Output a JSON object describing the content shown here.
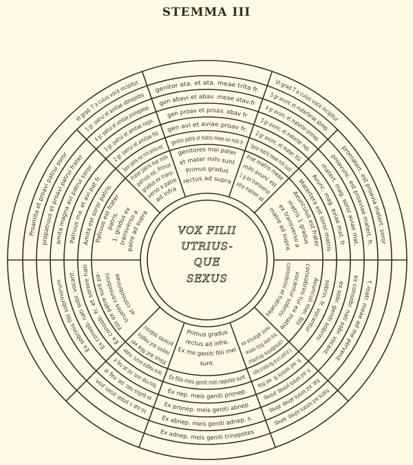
{
  "title": "STEMMA III",
  "center": [
    "VOX FILII",
    "UTRIUS-",
    "QUE",
    "SEXUS"
  ],
  "sectors": {
    "top": {
      "inner": [
        "genitores mei pater",
        "et mater mihi sunt",
        "Primus gradus",
        "rectus ad supra"
      ],
      "b1": "genitor patris et matris meae avi mihi fr",
      "b2": "gen avi et aviae proav fr.",
      "b3": "gen proav et proav. abav fr",
      "b4": "gen abavi et abav. meae atav.fr",
      "b5": "genitor ata. et ata. meae trita fr."
    },
    "upper_right": {
      "inner": [
        "Frat matris meae",
        "mihi avunc est",
        "1 g ex transverso",
        "infra matrem ad"
      ],
      "b1": "Soror matris meae mihi sunt",
      "b2": "2 gr avunc. et mater. filii",
      "b3": "3 gr avunc. et materter nep.",
      "b4": "4 gr avunc. et materter pronep.",
      "b5": "5 gr avunc et materterae abnep.",
      "b6": "VI grad T a cuius voce incipitur"
    },
    "right_upper": {
      "inner": [
        "Avunculus est frater",
        "matris 1 gradus",
        "ex transverso a",
        "matre ad supra."
      ],
      "b1": "Matertera est soror matris",
      "b2": "Avunc. mag. aviae mat. fr",
      "b3": "matert. mag. soror aviae mat.",
      "b4": "proavunc. est proaviae matert. fr.",
      "b5": "promatert. est proavia matert. soror"
    },
    "right_lower": {
      "inner": [
        "Avunculi mei, filii",
        "consobrini tui ex matre",
        "vocantur sobrini",
        "consobrini et fratrueles"
      ],
      "b1": "sobrin. fr. vocantur",
      "b2": "ex sobr. geniti sobrini",
      "b3": "ex consobr. nati sobr. vocant.",
      "b4": "f. matr. meae ad me pervenit"
    },
    "lower_right": {
      "inner": [
        "consobrinis dicuntur",
        "his sine filiis rema-",
        "nent alterius ex"
      ],
      "b1": "fr. et soror cum ex filia nepos et neptis",
      "b2": "fr. aut sororis fil. vel filia",
      "b3": "fr. aut sororis pronep. pronep.",
      "b4": "frat. aut sororis abnep. abnep.",
      "b5": "fratris aut sororis adnep. adnep."
    },
    "bottom": {
      "inner": [
        "Primus gradus",
        "rectus ad infra.",
        "Ex me geniti filii mei",
        "sunt."
      ],
      "b1": "Ex filiis meis geniti mihi nepotes sunt",
      "b2": "Ex nep. meis geniti pronep.",
      "b3": "Ex pronep. meis geniti abnep.",
      "b4": "Ex abnep. meis geniti adnep. s.",
      "b5": "Ex adnep. meis geniti trinepotes"
    },
    "lower_left": {
      "inner": [
        "Filius aut filia vel",
        "nepos aut neptis",
        "priores sobrini"
      ],
      "b1": "tera magna avunc. mater",
      "b2": "Patrui magn. avunc. mat. pat. mag. et",
      "b3": "ex quibus nasc. pat. mag. et",
      "b4": "his sup. s. propat. proam. prom."
    },
    "left_lower": {
      "inner": [
        "Filii ex patre sunt pa-",
        "trueles consobrini",
        "et consobrinae"
      ],
      "b1": "Ex consob. fr. et sorore nati",
      "b2": "Ex consob. nati sobr. vocant.",
      "b3": "Ex sobrinis filii sobrinorum"
    },
    "left_upper": {
      "inner": [
        "Patruus est frater",
        "patris.",
        "1. gradus ex",
        "transverso a",
        "patre ad supra"
      ],
      "b1": "Amita est soror patris.",
      "b2": "Patruus ma. et avi pat fr.",
      "b3": "amita magna avi patrui soror",
      "b4": "propatruus et proavi patrui frater",
      "b5": "Proamita et proavi patrui soror"
    },
    "upper_left": {
      "inner": [
        "Frater patris mei mihi",
        "patruus est. Primus",
        "gradus ex trans-",
        "verso a patre",
        "ad infra"
      ],
      "b1": "Soror patris mei mihi amita est.",
      "b2": "2 gr. patrui et amitae filii",
      "b3": "3 gr. patrui et amitae nepo.",
      "b4": "4 gr. patrui et amitae pronepotes",
      "b5": "5 gr. patrui et amitae abnepotes",
      "b6": "VI grad. T a cuius voce incipitur."
    }
  }
}
